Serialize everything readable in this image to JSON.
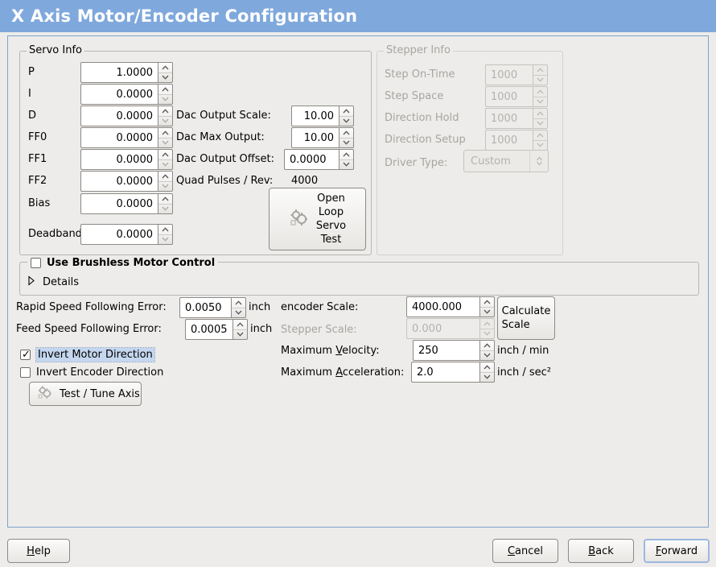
{
  "header": {
    "title": "X Axis Motor/Encoder Configuration",
    "bg_color": "#7fa8dc",
    "text_color": "#ffffff"
  },
  "servo_info": {
    "legend": "Servo Info",
    "fields": [
      {
        "label": "P",
        "value": "1.0000"
      },
      {
        "label": "I",
        "value": "0.0000"
      },
      {
        "label": "D",
        "value": "0.0000"
      },
      {
        "label": "FF0",
        "value": "0.0000"
      },
      {
        "label": "FF1",
        "value": "0.0000"
      },
      {
        "label": "FF2",
        "value": "0.0000"
      },
      {
        "label": "Bias",
        "value": "0.0000"
      },
      {
        "label": "Deadband",
        "value": "0.0000"
      }
    ],
    "dac": [
      {
        "label": "Dac Output Scale:",
        "value": "10.00"
      },
      {
        "label": "Dac Max Output:",
        "value": "10.00"
      },
      {
        "label": "Dac Output Offset:",
        "value": "0.0000"
      }
    ],
    "quad_pulses_label": "Quad Pulses / Rev:",
    "quad_pulses_value": "4000",
    "open_loop_button": {
      "line1": "Open",
      "line2": "Loop",
      "line3": "Servo",
      "line4": "Test",
      "icon": "gears-icon"
    }
  },
  "stepper_info": {
    "legend": "Stepper Info",
    "disabled": true,
    "fields": [
      {
        "label": "Step On-Time",
        "value": "1000"
      },
      {
        "label": "Step Space",
        "value": "1000"
      },
      {
        "label": "Direction Hold",
        "value": "1000"
      },
      {
        "label": "Direction Setup",
        "value": "1000"
      }
    ],
    "driver_type_label": "Driver Type:",
    "driver_type_value": "Custom"
  },
  "brushless": {
    "checkbox_label": "Use Brushless Motor Control",
    "checked": false,
    "details_label": "Details",
    "details_expanded": false
  },
  "tuning": {
    "rapid_error_label": "Rapid Speed Following Error:",
    "rapid_error_value": "0.0050",
    "rapid_error_unit": "inch",
    "feed_error_label": "Feed Speed Following Error:",
    "feed_error_value": "0.0005",
    "feed_error_unit": "inch",
    "invert_motor_label": "Invert Motor Direction",
    "invert_motor_checked": true,
    "invert_encoder_label": "Invert Encoder Direction",
    "invert_encoder_checked": false,
    "test_tune_label": "Test / Tune Axis"
  },
  "scales": {
    "encoder_scale_label": "encoder Scale:",
    "encoder_scale_value": "4000.000",
    "stepper_scale_label": "Stepper Scale:",
    "stepper_scale_value": "0.000",
    "stepper_scale_disabled": true,
    "calculate_button_line1": "Calculate",
    "calculate_button_line2": "Scale",
    "max_velocity_label_pre": "Maximum ",
    "max_velocity_label_mnemonic": "V",
    "max_velocity_label_post": "elocity:",
    "max_velocity_value": "250",
    "max_velocity_unit": "inch / min",
    "max_accel_label_pre": "Maximum ",
    "max_accel_label_mnemonic": "A",
    "max_accel_label_post": "cceleration:",
    "max_accel_value": "2.0",
    "max_accel_unit": "inch / sec²"
  },
  "footer": {
    "help_pre": "",
    "help_mnemonic": "H",
    "help_post": "elp",
    "cancel_mnemonic": "C",
    "cancel_post": "ancel",
    "back_mnemonic": "B",
    "back_post": "ack",
    "forward_mnemonic": "F",
    "forward_post": "orward"
  }
}
